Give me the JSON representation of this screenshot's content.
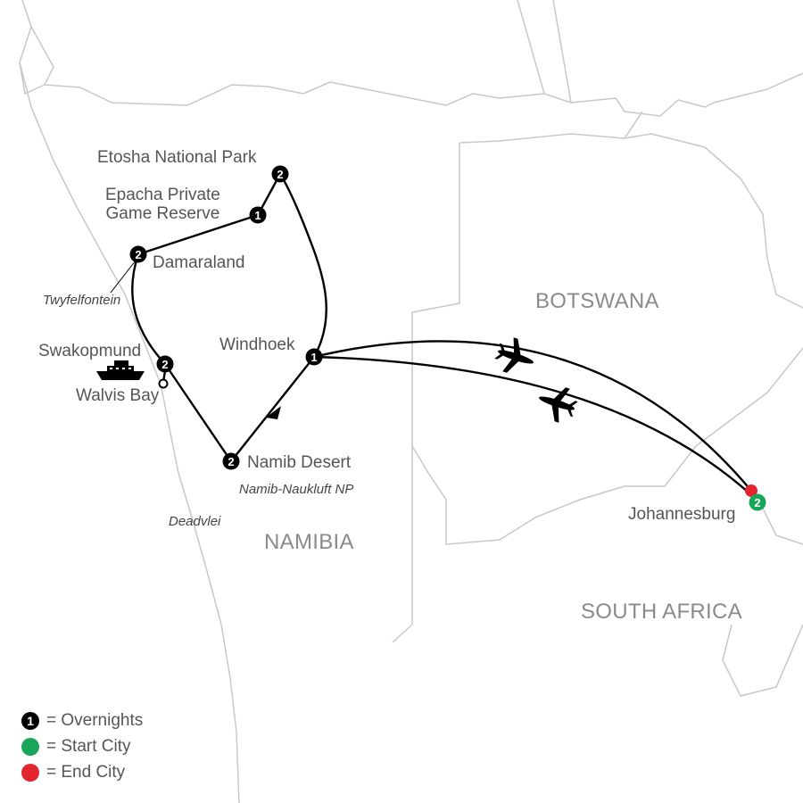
{
  "colors": {
    "border": "#c8c8c8",
    "route": "#000000",
    "start_city": "#1aa65a",
    "end_city": "#e3262e",
    "label": "#555555",
    "country_label": "#8a8a8a"
  },
  "countries": {
    "botswana": "BOTSWANA",
    "namibia": "NAMIBIA",
    "south_africa": "SOUTH AFRICA"
  },
  "stops": {
    "etosha": {
      "label": "Etosha National Park",
      "nights": "2"
    },
    "epacha": {
      "label_line1": "Epacha Private",
      "label_line2": "Game Reserve",
      "nights": "1"
    },
    "damaraland": {
      "label": "Damaraland",
      "nights": "2"
    },
    "twyfelfontein": {
      "label": "Twyfelfontein"
    },
    "swakopmund": {
      "label": "Swakopmund",
      "nights": "2"
    },
    "walvis_bay": {
      "label": "Walvis Bay"
    },
    "windhoek": {
      "label": "Windhoek",
      "nights": "1"
    },
    "namib_desert": {
      "label": "Namib Desert",
      "nights": "2"
    },
    "namib_naukluft": {
      "label": "Namib-Naukluft NP"
    },
    "deadvlei": {
      "label": "Deadvlei"
    },
    "johannesburg": {
      "label": "Johannesburg",
      "nights": "2"
    }
  },
  "icons": {
    "plane": "plane-icon",
    "ship": "ship-icon",
    "direction_arrow": "arrow-icon"
  },
  "legend": {
    "overnights_symbol": "1",
    "overnights": "= Overnights",
    "start_city": "= Start City",
    "end_city": "= End City"
  }
}
